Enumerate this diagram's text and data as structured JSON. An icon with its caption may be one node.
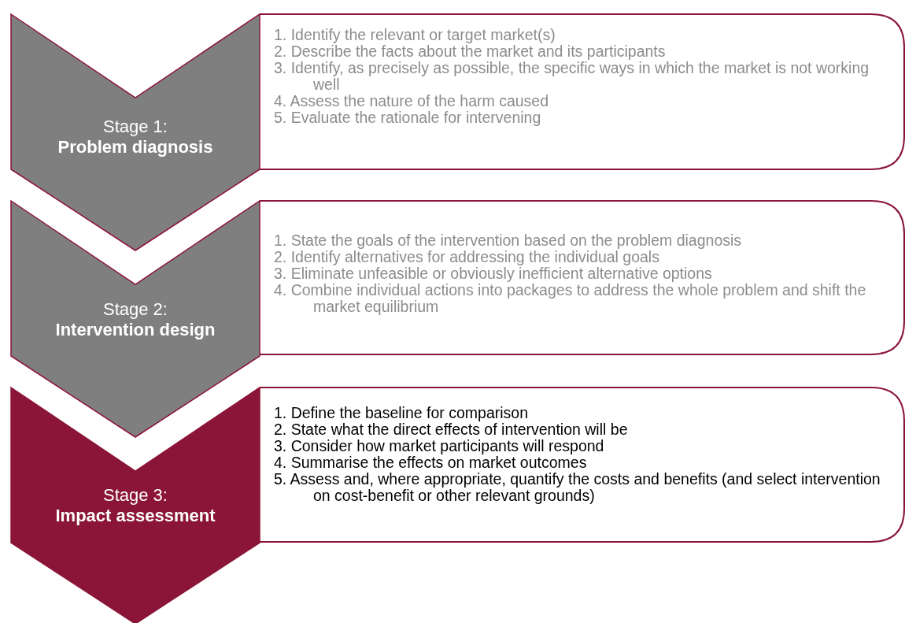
{
  "diagram": {
    "nodes": [
      {
        "text": [
          "Stage 1:",
          "Problem diagnosis"
        ]
      },
      {
        "text": [
          "1. Identify the relevant or target market(s)",
          "2. Describe the facts about the market and its participants",
          "3. Identify, as precisely as possible, the specific ways in which the market is not working well",
          "4. Assess the nature of the harm caused",
          "5. Evaluate the rationale for intervening"
        ]
      },
      {
        "text": [
          "Stage 2:",
          "Intervention design"
        ]
      },
      {
        "text": [
          "1. State the goals of the intervention based on the problem diagnosis",
          "2. Identify alternatives for addressing the individual goals",
          "3. Eliminate unfeasible or obviously inefficient alternative options",
          "4. Combine individual actions into packages to address the whole problem and shift the market equilibrium"
        ]
      },
      {
        "text": [
          "Stage 3:",
          "Impact assessment"
        ]
      },
      {
        "text": [
          "1. Define the baseline for comparison",
          "2. State what the direct effects of intervention will be",
          "3. Consider how market participants will respond",
          "4. Summarise the effects on market outcomes",
          "5. Assess and, where appropriate, quantify the costs and benefits (and select intervention on cost-benefit or other relevant grounds)"
        ]
      }
    ]
  }
}
